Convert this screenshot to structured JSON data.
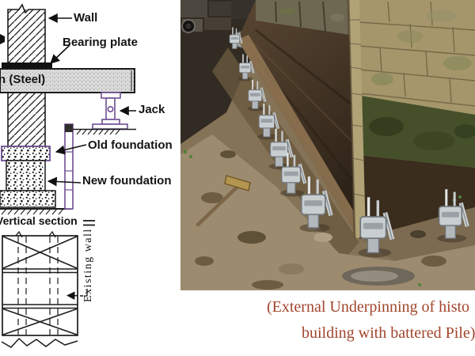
{
  "slide": {
    "diagram": {
      "labels": {
        "wall": "Wall",
        "bearing_plate": "Bearing plate",
        "beam_steel": "n (Steel)",
        "jack": "Jack",
        "old_foundation": "Old foundation",
        "new_foundation": "New foundation",
        "vertical_section": "Vertical section",
        "existing_wall": "Existing wall"
      }
    },
    "caption": {
      "line1": "(External Underpinning of histo",
      "line2": "building with battered  Pile)"
    },
    "colors": {
      "background": "#ffffff",
      "diagram_line": "#1c1c1c",
      "diagram_accent_purple": "#6f4f93",
      "caption_red": "#a1452c",
      "stone_tan": "#a5976b",
      "moss_green": "#45502a",
      "soil_brown": "#857358",
      "metal_gray": "#c9ced1"
    }
  }
}
